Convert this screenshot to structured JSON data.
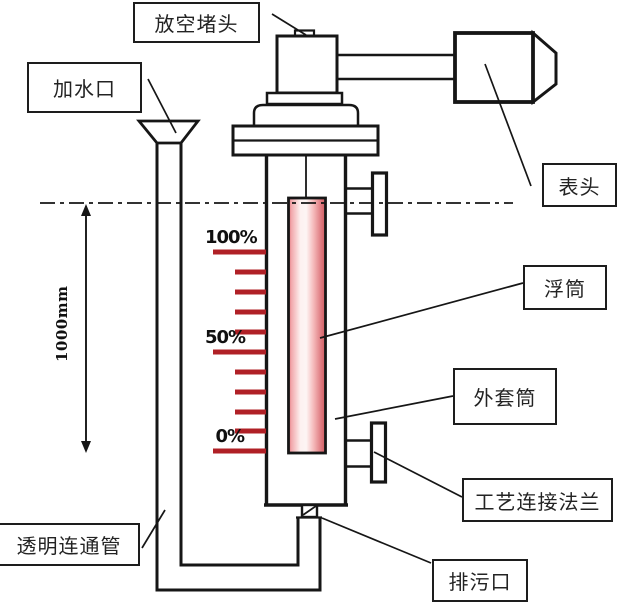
{
  "labels": {
    "vent_plug": "放空堵头",
    "water_inlet": "加水口",
    "meter_head": "表头",
    "displacer": "浮筒",
    "outer_sleeve": "外套筒",
    "process_flange": "工艺连接法兰",
    "drain_port": "排污口",
    "transparent_pipe": "透明连通管"
  },
  "scale": {
    "p100": "100%",
    "p50": "50%",
    "p0": "0%",
    "dimension": "1000mm"
  },
  "colors": {
    "line": "#161616",
    "tick-red": "#b02026",
    "displacer-edge": "#cf5a60",
    "displacer-mid": "#f2a8ac",
    "displacer-light": "#fdf1f0"
  }
}
